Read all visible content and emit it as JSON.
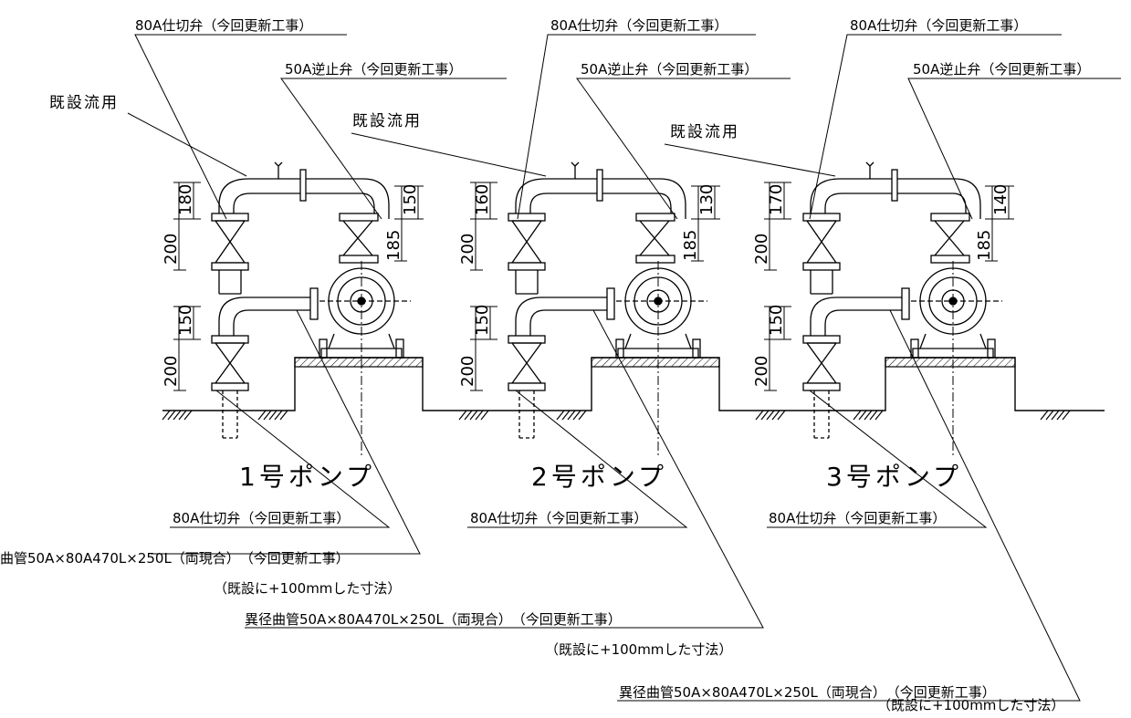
{
  "drawing": {
    "pumps": [
      {
        "title": "1号ポンプ",
        "existing_reuse": "既設流用",
        "valve_80a_top": "80A仕切弁（今回更新工事）",
        "check_valve_50a": "50A逆止弁（今回更新工事）",
        "valve_80a_bottom": "80A仕切弁（今回更新工事）",
        "reducer_pipe": "曲管50A×80A470L×250L（両現合）　（今回更新工事）",
        "reducer_note": "（既設に+100mmした寸法）",
        "dims_upper": [
          "200",
          "180"
        ],
        "dims_lower": [
          "200",
          "150"
        ],
        "dims_check": [
          "185",
          "150"
        ]
      },
      {
        "title": "2号ポンプ",
        "existing_reuse": "既設流用",
        "valve_80a_top": "80A仕切弁（今回更新工事）",
        "check_valve_50a": "50A逆止弁（今回更新工事）",
        "valve_80a_bottom": "80A仕切弁（今回更新工事）",
        "reducer_pipe": "異径曲管50A×80A470L×250L（両現合）　（今回更新工事）",
        "reducer_note": "（既設に+100mmした寸法）",
        "dims_upper": [
          "200",
          "160"
        ],
        "dims_lower": [
          "200",
          "150"
        ],
        "dims_check": [
          "185",
          "130"
        ]
      },
      {
        "title": "3号ポンプ",
        "existing_reuse": "既設流用",
        "valve_80a_top": "80A仕切弁（今回更新工事）",
        "check_valve_50a": "50A逆止弁（今回更新工事）",
        "valve_80a_bottom": "80A仕切弁（今回更新工事）",
        "reducer_pipe": "異径曲管50A×80A470L×250L（両現合）　（今回更新工事）",
        "reducer_note": "（既設に+100mmした寸法）",
        "dims_upper": [
          "200",
          "170"
        ],
        "dims_lower": [
          "200",
          "150"
        ],
        "dims_check": [
          "185",
          "140"
        ]
      }
    ]
  }
}
